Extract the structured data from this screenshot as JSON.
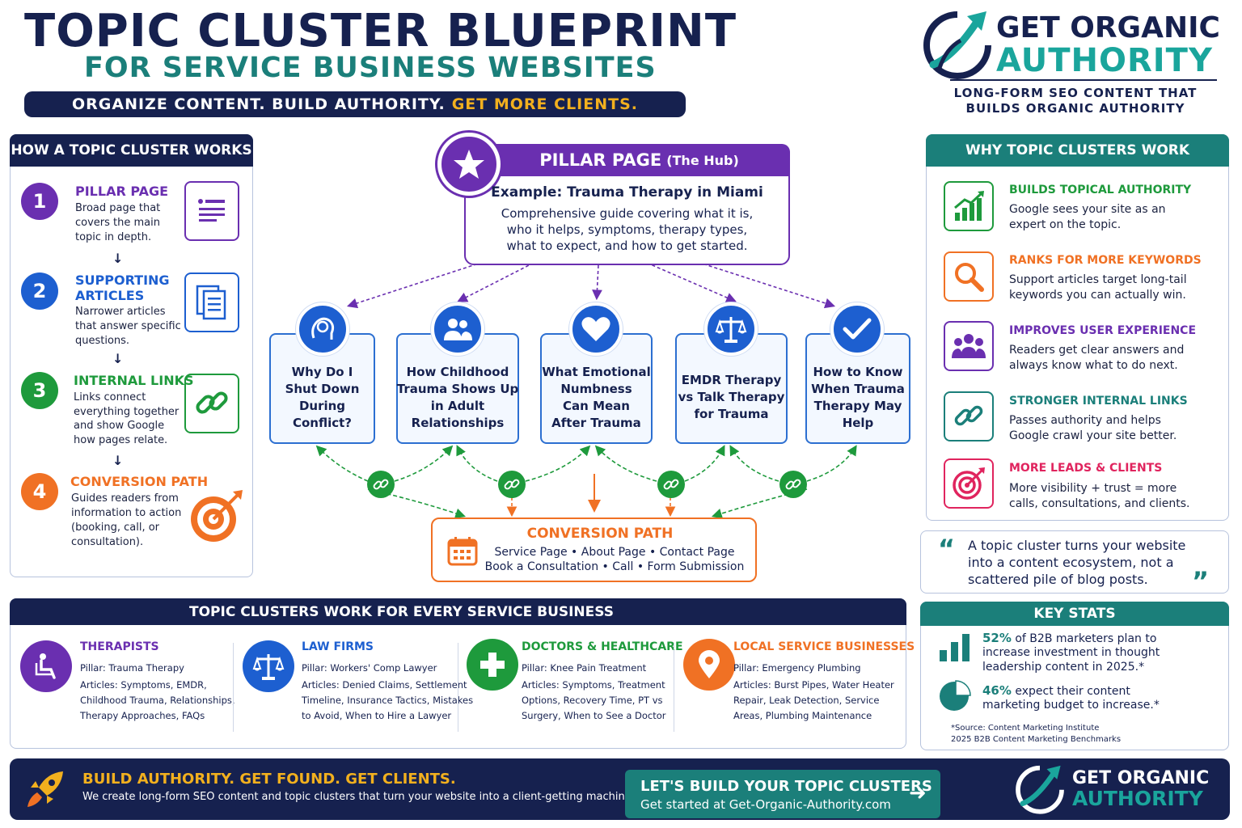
{
  "header": {
    "title_line1": "TOPIC CLUSTER BLUEPRINT",
    "title_line2": "FOR SERVICE BUSINESS WEBSITES",
    "tagline_part1": "ORGANIZE CONTENT. BUILD AUTHORITY.",
    "tagline_part2": "GET MORE CLIENTS."
  },
  "brand": {
    "name_line1": "GET ORGANIC",
    "name_line2": "AUTHORITY",
    "sub_line1": "LONG-FORM SEO CONTENT THAT",
    "sub_line2": "BUILDS ORGANIC AUTHORITY"
  },
  "how": {
    "header": "HOW A TOPIC CLUSTER WORKS",
    "steps": [
      {
        "num": "1",
        "title": "PILLAR PAGE",
        "lines": [
          "Broad page that",
          "covers the main",
          "topic in depth."
        ]
      },
      {
        "num": "2",
        "title_line1": "SUPPORTING",
        "title_line2": "ARTICLES",
        "lines": [
          "Narrower articles",
          "that answer specific",
          "questions."
        ]
      },
      {
        "num": "3",
        "title": "INTERNAL LINKS",
        "lines": [
          "Links connect",
          "everything together",
          "and show Google",
          "how pages relate."
        ]
      },
      {
        "num": "4",
        "title": "CONVERSION PATH",
        "lines": [
          "Guides readers from",
          "information to action",
          "(booking, call, or",
          "consultation)."
        ]
      }
    ],
    "arrow": "↓"
  },
  "pillar": {
    "title": "PILLAR PAGE",
    "subtitle": "(The Hub)",
    "example": "Example: Trauma Therapy in Miami",
    "desc_lines": [
      "Comprehensive guide covering what it is,",
      "who it helps, symptoms, therapy types,",
      "what to expect, and how to get started."
    ]
  },
  "cards": [
    {
      "icon": "brain-head-icon",
      "lines": [
        "Why Do I",
        "Shut Down",
        "During",
        "Conflict?"
      ]
    },
    {
      "icon": "people-icon",
      "lines": [
        "How Childhood",
        "Trauma Shows Up",
        "in Adult",
        "Relationships"
      ]
    },
    {
      "icon": "heart-icon",
      "lines": [
        "What Emotional",
        "Numbness",
        "Can Mean",
        "After Trauma"
      ]
    },
    {
      "icon": "scales-icon",
      "lines": [
        "EMDR Therapy",
        "vs Talk Therapy",
        "for Trauma"
      ]
    },
    {
      "icon": "checkmark-icon",
      "lines": [
        "How to Know",
        "When Trauma",
        "Therapy May",
        "Help"
      ]
    }
  ],
  "conversion": {
    "title": "CONVERSION PATH",
    "line1": "Service Page • About Page • Contact Page",
    "line2": "Book a Consultation • Call • Form Submission"
  },
  "why": {
    "header": "WHY TOPIC CLUSTERS WORK",
    "items": [
      {
        "title": "BUILDS TOPICAL AUTHORITY",
        "color": "#1e9a3c",
        "lines": [
          "Google sees your site as an",
          "expert on the topic."
        ]
      },
      {
        "title": "RANKS FOR MORE KEYWORDS",
        "color": "#f07124",
        "lines": [
          "Support articles target long-tail",
          "keywords you can actually win."
        ]
      },
      {
        "title": "IMPROVES USER EXPERIENCE",
        "color": "#6a2fb0",
        "lines": [
          "Readers get clear answers and",
          "always know what to do next."
        ]
      },
      {
        "title": "STRONGER INTERNAL LINKS",
        "color": "#1b7f7a",
        "lines": [
          "Passes authority and helps",
          "Google crawl your site better."
        ]
      },
      {
        "title": "MORE LEADS & CLIENTS",
        "color": "#e0245e",
        "lines": [
          "More visibility + trust = more",
          "calls, consultations, and clients."
        ]
      }
    ]
  },
  "quote": {
    "lines": [
      "A topic cluster turns your website",
      "into a content ecosystem, not a",
      "scattered pile of blog posts."
    ],
    "open": "“",
    "close": "”"
  },
  "stats": {
    "header": "KEY STATS",
    "stat1": {
      "pct": "52%",
      "line1": "of B2B marketers plan to",
      "line2": "increase investment in thought",
      "line3": "leadership content in 2025.*"
    },
    "stat2": {
      "pct": "46%",
      "line1": "expect their content",
      "line2": "marketing budget to increase.*"
    },
    "source_line1": "*Source: Content Marketing Institute",
    "source_line2": "2025 B2B Content Marketing Benchmarks"
  },
  "business": {
    "header": "TOPIC CLUSTERS WORK FOR EVERY SERVICE BUSINESS",
    "items": [
      {
        "title": "THERAPISTS",
        "color": "#6a2fb0",
        "pillar": "Pillar: Trauma Therapy",
        "lines": [
          "Articles: Symptoms, EMDR,",
          "Childhood Trauma, Relationships,",
          "Therapy Approaches, FAQs"
        ]
      },
      {
        "title": "LAW FIRMS",
        "color": "#1d5fd0",
        "pillar": "Pillar: Workers' Comp Lawyer",
        "lines": [
          "Articles: Denied Claims, Settlement",
          "Timeline, Insurance Tactics, Mistakes",
          "to Avoid, When to Hire a Lawyer"
        ]
      },
      {
        "title": "DOCTORS & HEALTHCARE",
        "color": "#1e9a3c",
        "pillar": "Pillar: Knee Pain Treatment",
        "lines": [
          "Articles: Symptoms, Treatment",
          "Options, Recovery Time, PT vs",
          "Surgery, When to See a Doctor"
        ]
      },
      {
        "title": "LOCAL SERVICE BUSINESSES",
        "color": "#f07124",
        "pillar": "Pillar: Emergency Plumbing",
        "lines": [
          "Articles: Burst Pipes, Water Heater",
          "Repair, Leak Detection, Service",
          "Areas, Plumbing Maintenance"
        ]
      }
    ]
  },
  "footer": {
    "title": "BUILD AUTHORITY.  GET FOUND.  GET CLIENTS.",
    "desc": "We create long-form SEO content and topic clusters that turn your website into a client-getting machine.",
    "cta_title": "LET'S BUILD YOUR TOPIC CLUSTERS",
    "cta_sub": "Get started at Get-Organic-Authority.com",
    "cta_arrow": "➜",
    "brand_line1": "GET ORGANIC",
    "brand_line2": "AUTHORITY"
  }
}
